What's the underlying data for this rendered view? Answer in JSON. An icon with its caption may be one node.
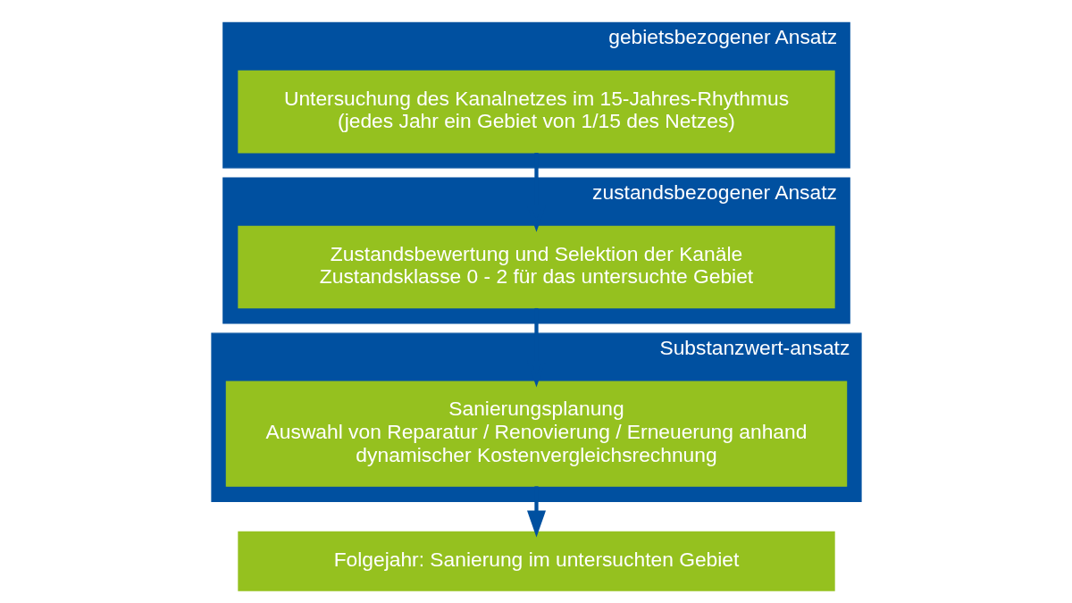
{
  "diagram": {
    "nodes": [
      {
        "text": [
          "gebietsbezogener Ansatz"
        ]
      },
      {
        "text": [
          "Untersuchung des Kanalnetzes im 15-Jahres-Rhythmus (jedes Jahr ein Gebiet von 1/15 des Netzes)"
        ],
        "in": 0
      },
      {
        "text": [
          "zustandsbezogener Ansatz"
        ]
      },
      {
        "text": [
          "Zustandsbewertung und Selektion der Kanäle Zustandsklasse 0 - 2 für das untersuchte Gebiet"
        ],
        "in": 2
      },
      {
        "text": [
          "Substanzwert-ansatz"
        ]
      },
      {
        "text": [
          "Sanierungsplanung",
          "Auswahl von Reparatur / Renovierung / Erneuerung anhand dynamischer Kostenvergleichsrechnung"
        ],
        "in": 4
      },
      {
        "text": [
          "Folgejahr: Sanierung im untersuchten Gebiet"
        ]
      }
    ],
    "edges": [
      {
        "from": 1,
        "to": 3,
        "arrow": "to"
      },
      {
        "from": 3,
        "to": 5,
        "arrow": "to"
      },
      {
        "from": 5,
        "to": 6,
        "arrow": "to"
      }
    ]
  }
}
